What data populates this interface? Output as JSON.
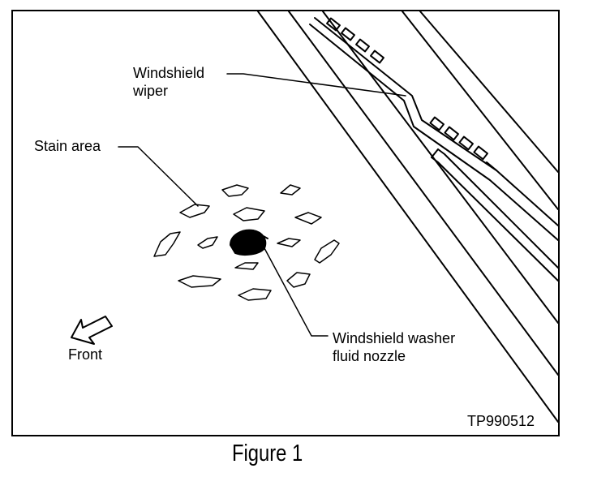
{
  "labels": {
    "wiper_line1": "Windshield",
    "wiper_line2": "wiper",
    "stain": "Stain area",
    "nozzle_line1": "Windshield washer",
    "nozzle_line2": "fluid nozzle",
    "front": "Front",
    "code": "TP990512"
  },
  "caption": "Figure 1",
  "colors": {
    "ink": "#000000",
    "paper": "#ffffff"
  },
  "icons": [
    "front-arrow-icon"
  ]
}
